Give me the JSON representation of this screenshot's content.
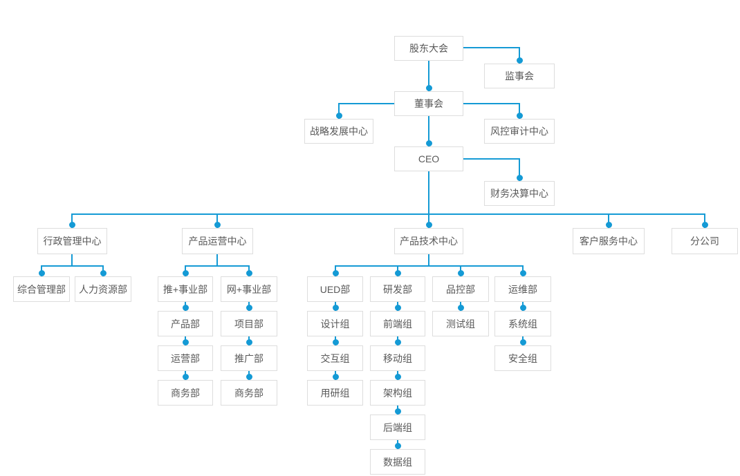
{
  "chart": {
    "type": "org-chart",
    "title": "",
    "nodes": {
      "shareholders_meeting": "股东大会",
      "supervisory_board": "监事会",
      "board_of_directors": "董事会",
      "strategy_center": "战略发展中心",
      "risk_audit_center": "风控审计中心",
      "ceo": "CEO",
      "finance_center": "财务决算中心",
      "admin_center": "行政管理中心",
      "general_admin_dept": "综合管理部",
      "hr_dept": "人力资源部",
      "ops_center": "产品运营中心",
      "tui_division": "推+事业部",
      "product_dept": "产品部",
      "operation_dept": "运营部",
      "business_dept_tui": "商务部",
      "wang_division": "网+事业部",
      "project_dept": "项目部",
      "promotion_dept": "推广部",
      "business_dept_wang": "商务部",
      "tech_center": "产品技术中心",
      "ued_dept": "UED部",
      "design_group": "设计组",
      "interaction_group": "交互组",
      "research_group": "用研组",
      "rd_dept": "研发部",
      "frontend_group": "前端组",
      "mobile_group": "移动组",
      "arch_group": "架构组",
      "backend_group": "后端组",
      "data_group": "数据组",
      "qc_dept": "品控部",
      "test_group": "测试组",
      "om_dept": "运维部",
      "system_group": "系统组",
      "security_group": "安全组",
      "customer_center": "客户服务中心",
      "branch_company": "分公司"
    },
    "edges": [
      [
        "shareholders_meeting",
        "supervisory_board"
      ],
      [
        "shareholders_meeting",
        "board_of_directors"
      ],
      [
        "board_of_directors",
        "strategy_center"
      ],
      [
        "board_of_directors",
        "risk_audit_center"
      ],
      [
        "board_of_directors",
        "ceo"
      ],
      [
        "ceo",
        "finance_center"
      ],
      [
        "ceo",
        "admin_center"
      ],
      [
        "ceo",
        "ops_center"
      ],
      [
        "ceo",
        "tech_center"
      ],
      [
        "ceo",
        "customer_center"
      ],
      [
        "ceo",
        "branch_company"
      ],
      [
        "admin_center",
        "general_admin_dept"
      ],
      [
        "admin_center",
        "hr_dept"
      ],
      [
        "ops_center",
        "tui_division"
      ],
      [
        "ops_center",
        "wang_division"
      ],
      [
        "tui_division",
        "product_dept"
      ],
      [
        "product_dept",
        "operation_dept"
      ],
      [
        "operation_dept",
        "business_dept_tui"
      ],
      [
        "wang_division",
        "project_dept"
      ],
      [
        "project_dept",
        "promotion_dept"
      ],
      [
        "promotion_dept",
        "business_dept_wang"
      ],
      [
        "tech_center",
        "ued_dept"
      ],
      [
        "tech_center",
        "rd_dept"
      ],
      [
        "tech_center",
        "qc_dept"
      ],
      [
        "tech_center",
        "om_dept"
      ],
      [
        "ued_dept",
        "design_group"
      ],
      [
        "design_group",
        "interaction_group"
      ],
      [
        "interaction_group",
        "research_group"
      ],
      [
        "rd_dept",
        "frontend_group"
      ],
      [
        "frontend_group",
        "mobile_group"
      ],
      [
        "mobile_group",
        "arch_group"
      ],
      [
        "arch_group",
        "backend_group"
      ],
      [
        "backend_group",
        "data_group"
      ],
      [
        "qc_dept",
        "test_group"
      ],
      [
        "om_dept",
        "system_group"
      ],
      [
        "system_group",
        "security_group"
      ]
    ]
  },
  "colors": {
    "line": "#149ad5",
    "node_border": "#dddddd",
    "node_text": "#595959",
    "background": "#ffffff"
  }
}
